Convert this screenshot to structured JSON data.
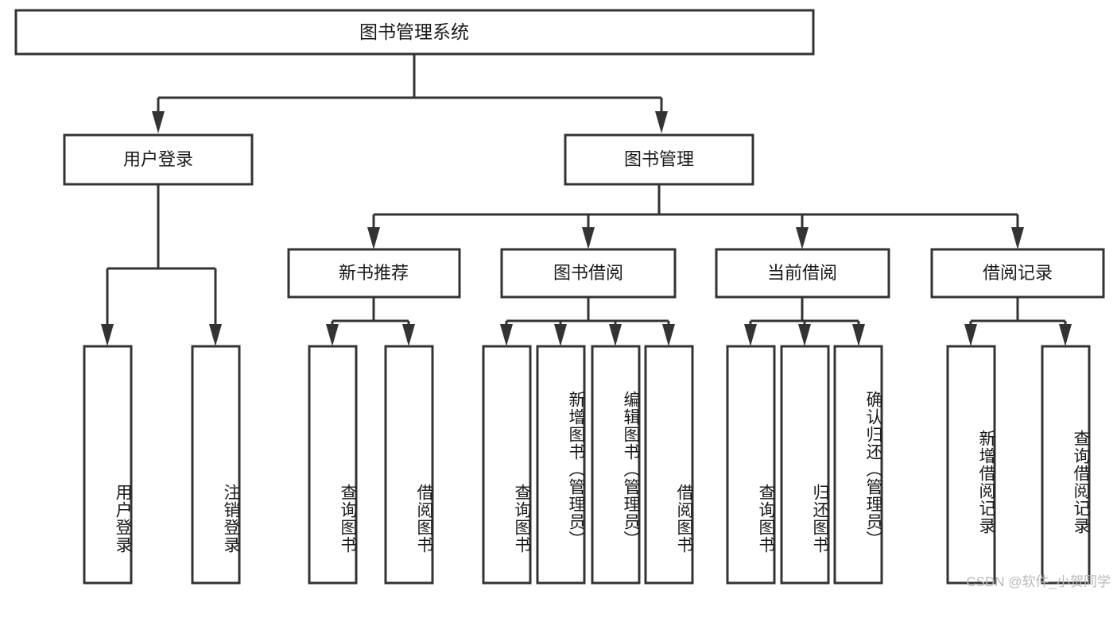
{
  "diagram": {
    "title": "图书管理系统",
    "type": "hierarchy-tree",
    "watermark": "CSDN @软件_小贺同学",
    "root": {
      "label": "图书管理系统"
    },
    "level2": [
      {
        "label": "用户登录"
      },
      {
        "label": "图书管理"
      }
    ],
    "level3": [
      {
        "label": "新书推荐"
      },
      {
        "label": "图书借阅"
      },
      {
        "label": "当前借阅"
      },
      {
        "label": "借阅记录"
      }
    ],
    "leaves": {
      "user_login": [
        {
          "label": "用户登录"
        },
        {
          "label": "注销登录"
        }
      ],
      "new_book": [
        {
          "label": "查询图书"
        },
        {
          "label": "借阅图书"
        }
      ],
      "book_borrow": [
        {
          "label": "查询图书"
        },
        {
          "label": "新增图书（管理员）"
        },
        {
          "label": "编辑图书（管理员）"
        },
        {
          "label": "借阅图书"
        }
      ],
      "current_borrow": [
        {
          "label": "查询图书"
        },
        {
          "label": "归还图书"
        },
        {
          "label": "确认归还（管理员）"
        }
      ],
      "borrow_record": [
        {
          "label": "新增借阅记录"
        },
        {
          "label": "查询借阅记录"
        }
      ]
    },
    "colors": {
      "stroke": "#333333",
      "fill": "#ffffff",
      "text": "#1a1a1a",
      "watermark": "#b9b9b9"
    }
  }
}
